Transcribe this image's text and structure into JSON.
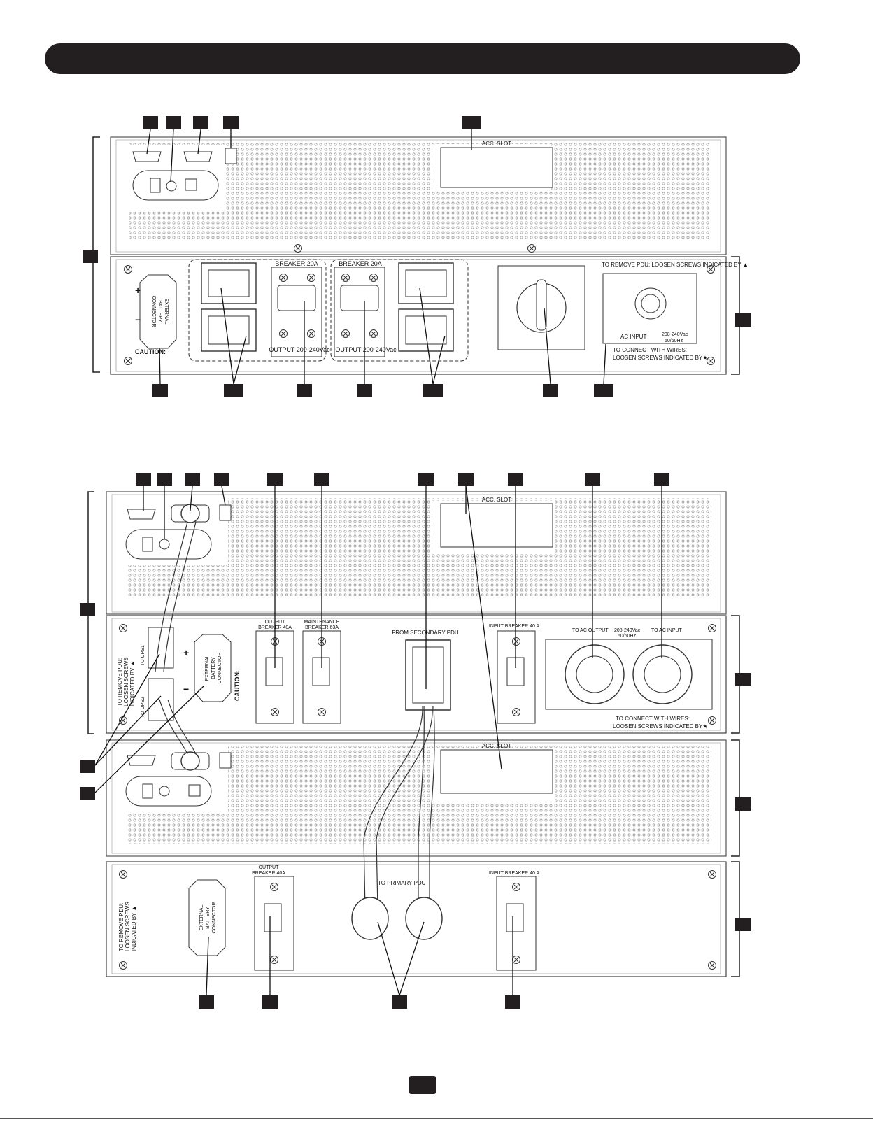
{
  "top_unit": {
    "acc_slot": "ACC. SLOT",
    "remove_pdu_note": "TO REMOVE PDU: LOOSEN SCREWS INDICATED BY ▲",
    "breaker_left": "BREAKER 20A",
    "breaker_right": "BREAKER 20A",
    "output_left": "OUTPUT 200-240Vac",
    "output_right": "OUTPUT 200-240Vac",
    "ac_input": "AC INPUT",
    "ac_input_spec_1": "208-240Vac",
    "ac_input_spec_2": "50/60Hz",
    "wires_note_1": "TO CONNECT WITH WIRES:",
    "wires_note_2": "LOOSEN SCREWS INDICATED BY★",
    "ext_batt_1": "EXTERNAL",
    "ext_batt_2": "BATTERY",
    "ext_batt_3": "CONNECTOR",
    "caution": "CAUTION:"
  },
  "bottom_unit": {
    "acc_slot_1": "ACC. SLOT",
    "acc_slot_2": "ACC. SLOT",
    "output_breaker_1": "OUTPUT",
    "output_breaker_2": "BREAKER 40A",
    "maint_breaker_1": "MAINTENANCE",
    "maint_breaker_2": "BREAKER 63A",
    "from_secondary": "FROM SECONDARY PDU",
    "input_breaker": "INPUT BREAKER 40 A",
    "to_ac_output": "TO AC OUTPUT",
    "to_ac_input": "TO AC INPUT",
    "spec_1": "208-240Vac",
    "spec_2": "50/60Hz",
    "wires_note_1": "TO CONNECT WITH WIRES:",
    "wires_note_2": "LOOSEN SCREWS INDICATED BY★",
    "remove_pdu_1": "TO REMOVE PDU:",
    "remove_pdu_2": "LOOSEN SCREWS",
    "remove_pdu_3": "INDICATED BY ▲",
    "to_ups1": "TO UPS1",
    "to_ups2": "TO UPS2",
    "caution": "CAUTION:",
    "ext_batt_1": "EXTERNAL",
    "ext_batt_2": "BATTERY",
    "ext_batt_3": "CONNECTOR",
    "primary_label": "TO PRIMARY PDU",
    "lower_output_1": "OUTPUT",
    "lower_output_2": "BREAKER 40A",
    "lower_input": "INPUT BREAKER 40 A",
    "lower_remove_1": "TO REMOVE PDU:",
    "lower_remove_2": "LOOSEN SCREWS",
    "lower_remove_3": "INDICATED BY ▲"
  }
}
